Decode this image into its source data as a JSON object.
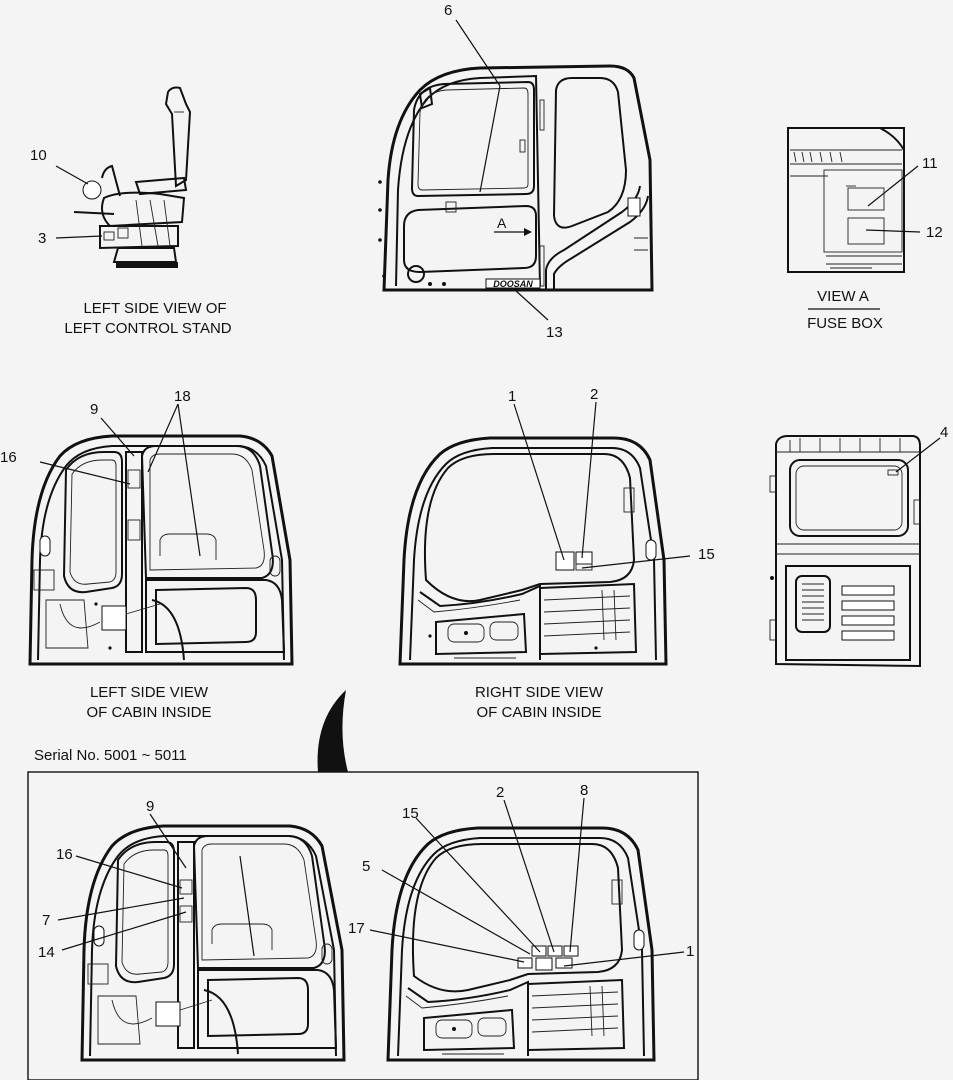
{
  "captions": {
    "left_control_stand_1": "LEFT SIDE VIEW OF",
    "left_control_stand_2": "LEFT CONTROL STAND",
    "view_a": "VIEW   A",
    "fuse_box": "FUSE BOX",
    "left_cabin_1": "LEFT SIDE VIEW",
    "left_cabin_2": "OF CABIN INSIDE",
    "right_cabin_1": "RIGHT SIDE VIEW",
    "right_cabin_2": "OF CABIN INSIDE",
    "serial": "Serial No. 5001 ~ 5011",
    "view_arrow": "A",
    "brand": "DOOSAN"
  },
  "callouts": {
    "c1": "1",
    "c2": "2",
    "c3": "3",
    "c4": "4",
    "c5": "5",
    "c6": "6",
    "c7": "7",
    "c8": "8",
    "c9": "9",
    "c10": "10",
    "c11": "11",
    "c12": "12",
    "c13": "13",
    "c14": "14",
    "c15": "15",
    "c16": "16",
    "c17": "17",
    "c18": "18"
  }
}
